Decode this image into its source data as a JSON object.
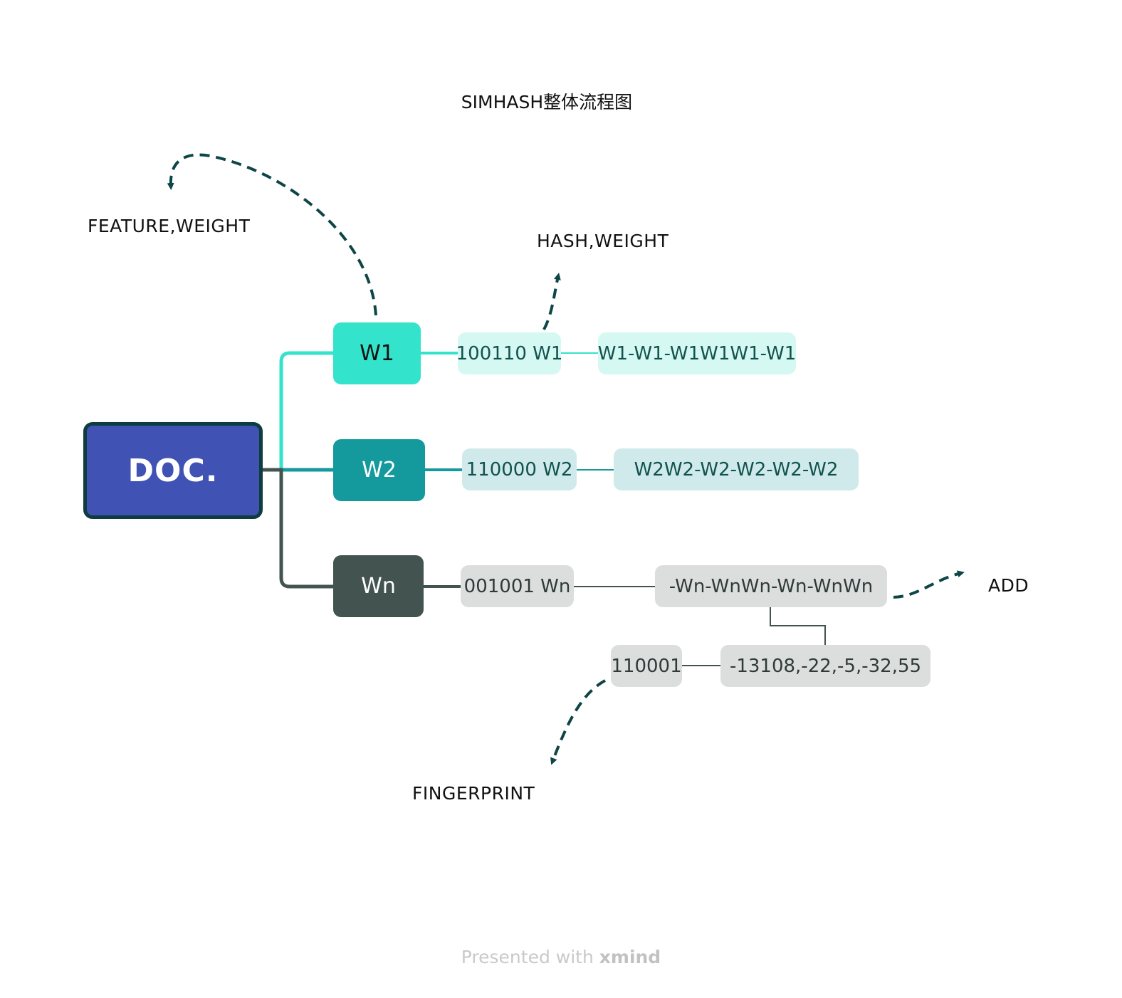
{
  "title": "SIMHASH整体流程图",
  "root": {
    "label": "DOC."
  },
  "branches": [
    {
      "label": "W1",
      "color": "#33e3cb",
      "hash_node": "100110 W1",
      "weighted_node": "W1-W1-W1W1W1-W1"
    },
    {
      "label": "W2",
      "color": "#14999c",
      "hash_node": "110000 W2",
      "weighted_node": "W2W2-W2-W2-W2-W2"
    },
    {
      "label": "Wn",
      "color": "#435350",
      "hash_node": "001001 Wn",
      "weighted_node": "-Wn-WnWn-Wn-WnWn",
      "sum_node": "-13108,-22,-5,-32,55",
      "fingerprint_node": "110001"
    }
  ],
  "callouts": {
    "feature_weight": "FEATURE,WEIGHT",
    "hash_weight": "HASH,WEIGHT",
    "add": "ADD",
    "fingerprint": "FINGERPRINT"
  },
  "colors": {
    "root_fill": "#4152b5",
    "root_border": "#0e3d40",
    "arrow": "#0e4545"
  },
  "footer": {
    "prefix": "Presented with",
    "brand": "xmind"
  }
}
